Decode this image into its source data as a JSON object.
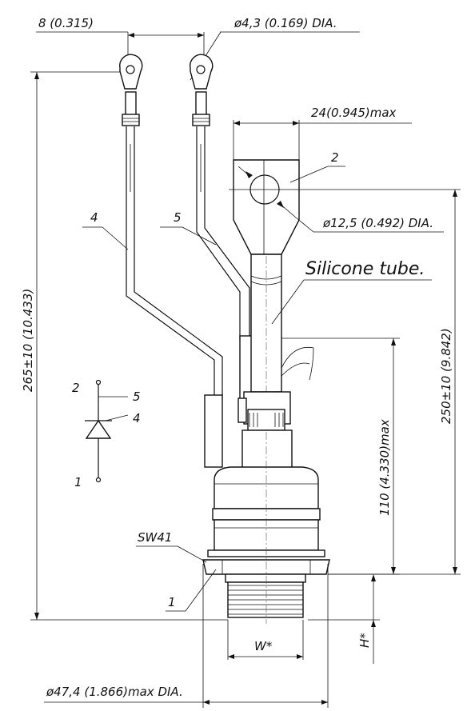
{
  "dimensions": {
    "lug_spacing": "8 (0.315)",
    "small_hole": "ø4,3 (0.169) DIA.",
    "terminal_width": "24(0.945)max",
    "big_hole": "ø12,5 (0.492) DIA.",
    "tube_label": "Silicone tube.",
    "overall_length": "265±10 (10.433)",
    "main_length": "250±10 (9.842)",
    "body_height": "110 (4.330)max",
    "wrench": "SW41",
    "base_dia": "ø47,4 (1.866)max DIA.",
    "thread_w": "W*",
    "thread_h": "H*"
  },
  "callouts": {
    "c1": "1",
    "c2": "2",
    "c4": "4",
    "c5": "5"
  },
  "symbol": {
    "s1": "1",
    "s2": "2",
    "s4": "4",
    "s5": "5"
  }
}
